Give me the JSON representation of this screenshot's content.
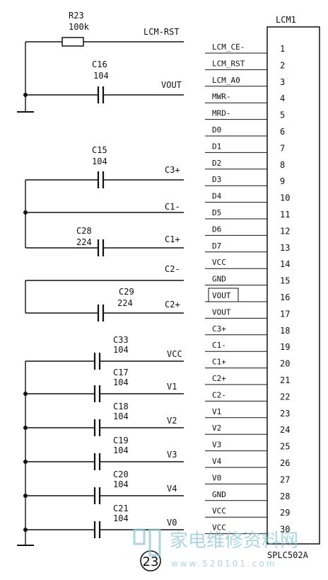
{
  "ic": {
    "ref": "LCM1",
    "part": "SPLC502A",
    "pin_numbers": [
      "1",
      "2",
      "3",
      "4",
      "5",
      "6",
      "7",
      "8",
      "9",
      "10",
      "11",
      "12",
      "13",
      "14",
      "15",
      "16",
      "17",
      "18",
      "19",
      "20",
      "21",
      "22",
      "23",
      "24",
      "25",
      "26",
      "27",
      "28",
      "29",
      "30"
    ],
    "pin_labels": [
      "LCM_CE-",
      "LCM_RST",
      "LCM_A0",
      "MWR-",
      "MRD-",
      "D0",
      "D1",
      "D2",
      "D3",
      "D4",
      "D5",
      "D6",
      "D7",
      "VCC",
      "GND",
      "VOUT",
      "VOUT",
      "C3+",
      "C1-",
      "C1+",
      "C2+",
      "C2-",
      "V1",
      "V2",
      "V3",
      "V4",
      "V0",
      "GND",
      "VCC",
      "VCC"
    ]
  },
  "resistor": {
    "ref": "R23",
    "value": "100k",
    "net": "LCM-RST"
  },
  "capacitors": [
    {
      "ref": "C16",
      "value": "104",
      "net": "VOUT"
    },
    {
      "ref": "C15",
      "value": "104",
      "net": "C3+"
    },
    {
      "ref": "C28",
      "value": "224",
      "net": "C1+"
    },
    {
      "ref": "C29",
      "value": "224",
      "net": "C2+"
    },
    {
      "ref": "C33",
      "value": "104",
      "net": "VCC"
    },
    {
      "ref": "C17",
      "value": "104",
      "net": "V1"
    },
    {
      "ref": "C18",
      "value": "104",
      "net": "V2"
    },
    {
      "ref": "C19",
      "value": "104",
      "net": "V3"
    },
    {
      "ref": "C20",
      "value": "104",
      "net": "V4"
    },
    {
      "ref": "C21",
      "value": "104",
      "net": "V0"
    }
  ],
  "nets": {
    "c1_minus": "C1-",
    "c2_minus": "C2-"
  },
  "figure_number": "23",
  "watermark": {
    "text": "家电维修资料网",
    "url": "www.520101.com"
  }
}
